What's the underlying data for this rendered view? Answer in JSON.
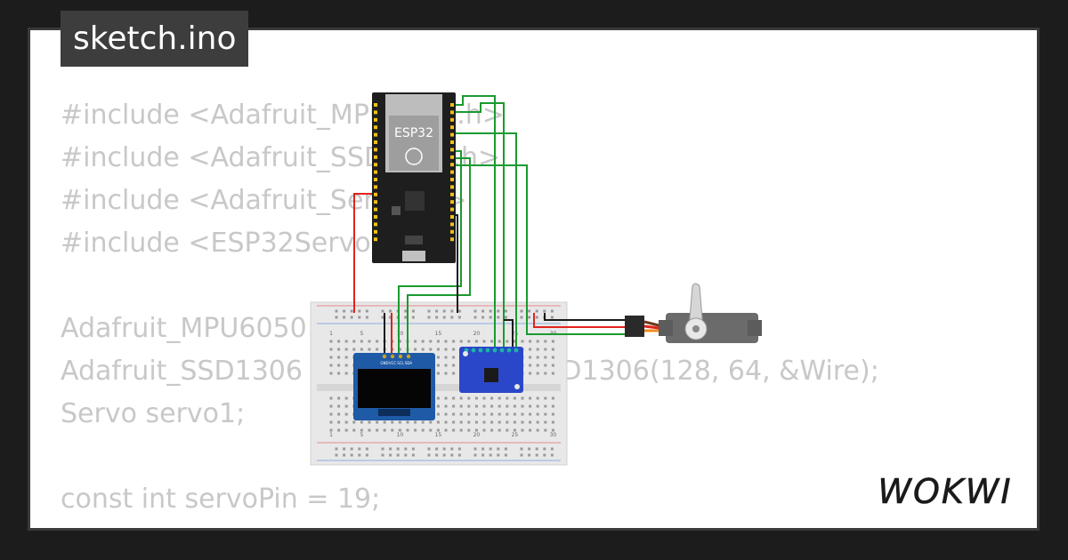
{
  "file_tab": {
    "label": "sketch.ino"
  },
  "code_lines": [
    "#include <Adafruit_MPU6050.h>",
    "#include <Adafruit_SSD1306.h>",
    "#include <Adafruit_Sensor.h>",
    "#include <ESP32Servo.h>",
    "",
    "Adafruit_MPU6050 mpu;",
    "Adafruit_SSD1306 oled = Adafruit_SSD1306(128, 64, &Wire);",
    "Servo servo1;",
    "",
    "const int servoPin = 19;",
    ""
  ],
  "esp32": {
    "label": "ESP32"
  },
  "breadboard": {
    "column_numbers": [
      "1",
      "5",
      "10",
      "15",
      "20",
      "25",
      "30"
    ]
  },
  "oled": {
    "pin_labels": [
      "GND",
      "VCC",
      "SCL",
      "SDA"
    ]
  },
  "logo": {
    "text": "WOKWI"
  },
  "colors": {
    "background": "#1c1c1c",
    "card": "#ffffff",
    "code_text": "#c8c8c8",
    "tab": "#3d3d3d",
    "wire_green": "#1b9a2f",
    "wire_red": "#e0241c",
    "wire_black": "#1a1a1a"
  }
}
